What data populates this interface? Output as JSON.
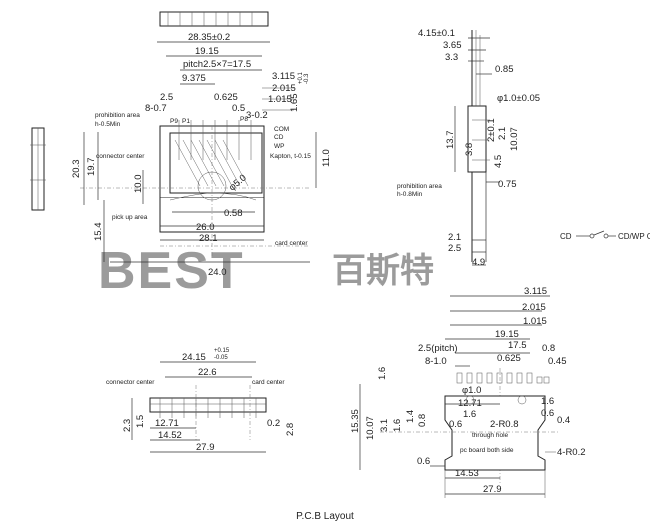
{
  "watermark": {
    "latin": "BEST",
    "chinese": "百斯特"
  },
  "caption": "P.C.B Layout",
  "top_view": {
    "width": "28.35±0.2",
    "d19_15": "19.15",
    "pitch": "pitch2.5×7=17.5",
    "d9_375": "9.375",
    "d3_115": "3.115",
    "d2_015": "2.015",
    "d1_015": "1.015",
    "d1_65": "1.65",
    "tol_plus": "+0.1",
    "tol_minus": "-0.3",
    "d0_625": "0.625",
    "d0_5": "0.5",
    "d2_5": "2.5",
    "d8_07": "8-0.7",
    "d3_02": "3-0.2",
    "prohibition": "prohibition area",
    "prohibition_h": "h-0.5Min",
    "p9": "P9",
    "p1": "P1",
    "p8": "P8",
    "com": "COM",
    "cd": "CD",
    "wp": "WP",
    "kapton": "Kapton, t-0.15",
    "connector_center": "connector center",
    "pick_up": "pick up area",
    "card_center": "card center",
    "d20_3": "20.3",
    "d19_7": "19.7",
    "d10_0": "10.0",
    "d15_4": "15.4",
    "d11_0": "11.0",
    "d5_0": "φ5.0",
    "d0_58": "0.58",
    "d26_0": "26.0",
    "d28_1": "28.1",
    "d24_0": "24.0"
  },
  "side_view": {
    "d4_15": "4.15±0.1",
    "d3_65": "3.65",
    "d3_3": "3.3",
    "d0_85": "0.85",
    "d1_0": "φ1.0±0.05",
    "d13_7": "13.7",
    "d3_8": "3.8",
    "d2_0": "2±0.1",
    "d2_1": "2.1",
    "d10_07": "10.07",
    "d4_5": "4.5",
    "d0_75": "0.75",
    "prohibition": "prohibition area",
    "prohibition_h": "h-0.8Min",
    "d2_1b": "2.1",
    "d2_5": "2.5",
    "d4_9": "4.9"
  },
  "switch": {
    "left": "CD",
    "right": "CD/WP C"
  },
  "front_view": {
    "d24_15": "24.15",
    "tol_plus": "+0.15",
    "tol_minus": "-0.05",
    "d22_6": "22.6",
    "connector_center": "connector center",
    "card_center": "card center",
    "d2_3": "2.3",
    "d1_5": "1.5",
    "d12_71": "12.71",
    "d14_52": "14.52",
    "d27_9": "27.9",
    "d0_2": "0.2",
    "d2_8": "2.8"
  },
  "pcb_layout": {
    "d3_115": "3.115",
    "d2_015": "2.015",
    "d1_015": "1.015",
    "d19_15": "19.15",
    "d2_5pitch": "2.5(pitch)",
    "d17_5": "17.5",
    "d8_10": "8-1.0",
    "d0_625": "0.625",
    "d0_8": "0.8",
    "d0_45": "0.45",
    "d1_6a": "1.6",
    "d1_0": "φ1.0",
    "d12_71": "12.71",
    "d1_6b": "1.6",
    "d0_6a": "0.6",
    "d2_r08": "2-R0.8",
    "through_hole": "through hole",
    "d15_35": "15.35",
    "d10_07": "10.07",
    "d3_1": "3.1",
    "d1_6c": "1.6",
    "d1_4": "1.4",
    "d0_8b": "0.8",
    "pc_board": "pc board both side",
    "d1_6d": "1.6",
    "d0_6b": "0.6",
    "d0_4": "0.4",
    "d4_r02": "4-R0.2",
    "d0_6c": "0.6",
    "d14_53": "14.53",
    "d27_9": "27.9"
  }
}
